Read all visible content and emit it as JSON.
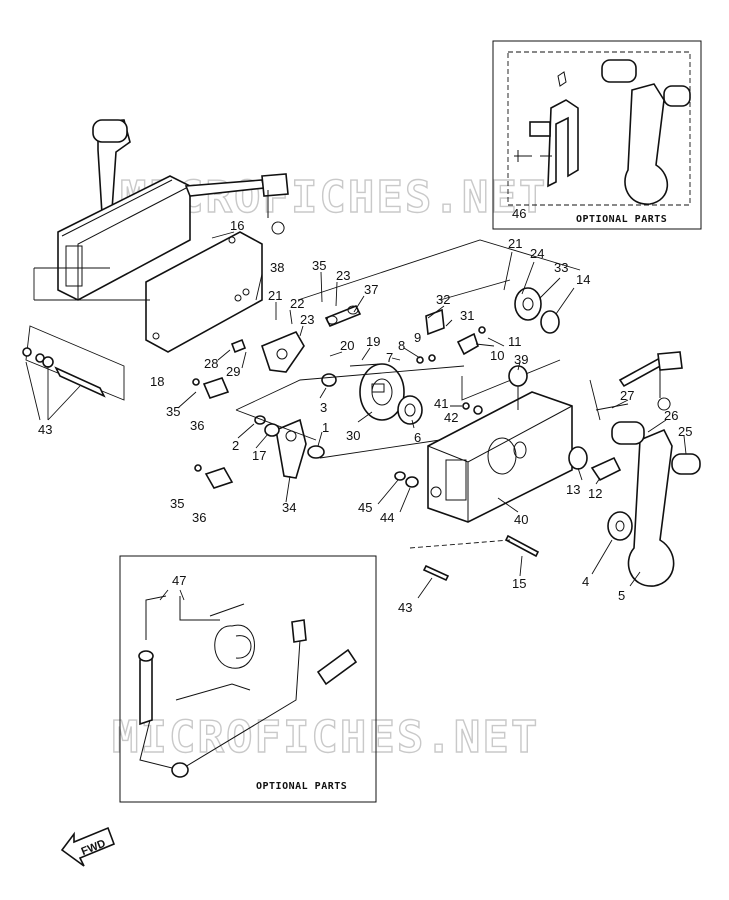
{
  "watermark": "MICROFICHES.NET",
  "optional_parts_label": "OPTIONAL PARTS",
  "direction_label": "FWD",
  "inset_top": {
    "callout": "46",
    "label": "OPTIONAL PARTS"
  },
  "inset_bottom": {
    "callout": "47",
    "label": "OPTIONAL PARTS"
  },
  "callouts": [
    {
      "id": "c16",
      "text": "16"
    },
    {
      "id": "c18",
      "text": "18"
    },
    {
      "id": "c43a",
      "text": "43"
    },
    {
      "id": "c38",
      "text": "38"
    },
    {
      "id": "c35a",
      "text": "35"
    },
    {
      "id": "c23a",
      "text": "23"
    },
    {
      "id": "c37",
      "text": "37"
    },
    {
      "id": "c21a",
      "text": "21"
    },
    {
      "id": "c22",
      "text": "22"
    },
    {
      "id": "c23b",
      "text": "23"
    },
    {
      "id": "c28",
      "text": "28"
    },
    {
      "id": "c29",
      "text": "29"
    },
    {
      "id": "c20",
      "text": "20"
    },
    {
      "id": "c19",
      "text": "19"
    },
    {
      "id": "c35b",
      "text": "35"
    },
    {
      "id": "c36a",
      "text": "36"
    },
    {
      "id": "c3",
      "text": "3"
    },
    {
      "id": "c2",
      "text": "2"
    },
    {
      "id": "c17",
      "text": "17"
    },
    {
      "id": "c1",
      "text": "1"
    },
    {
      "id": "c30",
      "text": "30"
    },
    {
      "id": "c35c",
      "text": "35"
    },
    {
      "id": "c36b",
      "text": "36"
    },
    {
      "id": "c34",
      "text": "34"
    },
    {
      "id": "c21b",
      "text": "21"
    },
    {
      "id": "c24",
      "text": "24"
    },
    {
      "id": "c33",
      "text": "33"
    },
    {
      "id": "c14",
      "text": "14"
    },
    {
      "id": "c32",
      "text": "32"
    },
    {
      "id": "c31",
      "text": "31"
    },
    {
      "id": "c8",
      "text": "8"
    },
    {
      "id": "c9",
      "text": "9"
    },
    {
      "id": "c7",
      "text": "7"
    },
    {
      "id": "c10",
      "text": "10"
    },
    {
      "id": "c11",
      "text": "11"
    },
    {
      "id": "c39",
      "text": "39"
    },
    {
      "id": "c41",
      "text": "41"
    },
    {
      "id": "c42",
      "text": "42"
    },
    {
      "id": "c6",
      "text": "6"
    },
    {
      "id": "c27",
      "text": "27"
    },
    {
      "id": "c26",
      "text": "26"
    },
    {
      "id": "c25",
      "text": "25"
    },
    {
      "id": "c13",
      "text": "13"
    },
    {
      "id": "c12",
      "text": "12"
    },
    {
      "id": "c45",
      "text": "45"
    },
    {
      "id": "c44",
      "text": "44"
    },
    {
      "id": "c40",
      "text": "40"
    },
    {
      "id": "c4",
      "text": "4"
    },
    {
      "id": "c5",
      "text": "5"
    },
    {
      "id": "c15",
      "text": "15"
    },
    {
      "id": "c43b",
      "text": "43"
    }
  ]
}
